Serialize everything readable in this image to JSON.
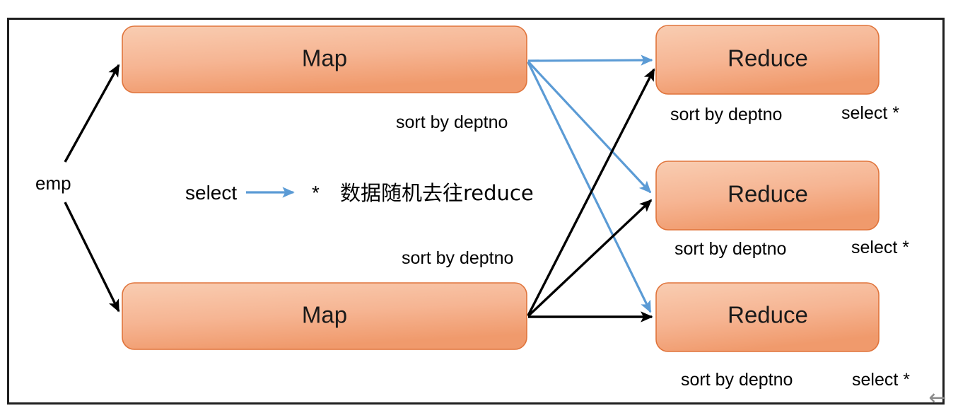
{
  "diagram": {
    "title_text": "",
    "frame": {
      "name": "outer-frame",
      "border_color": "#1f1f1f"
    },
    "colors": {
      "box_fill_light": "#f7c6aa",
      "box_fill_dark": "#f0996a",
      "box_stroke": "#e0743b",
      "blue_arrow": "#5b9bd5",
      "black_arrow": "#000000",
      "text": "#000000",
      "cursor_gray": "#8c8c8c"
    },
    "source": {
      "label": "emp"
    },
    "map_nodes": [
      {
        "id": "map-top",
        "label": "Map"
      },
      {
        "id": "map-bottom",
        "label": "Map"
      }
    ],
    "reduce_nodes": [
      {
        "id": "reduce-1",
        "label": "Reduce",
        "sort_label": "sort by deptno",
        "select_label": "select *"
      },
      {
        "id": "reduce-2",
        "label": "Reduce",
        "sort_label": "sort by deptno",
        "select_label": "select *"
      },
      {
        "id": "reduce-3",
        "label": "Reduce",
        "sort_label": "sort by deptno",
        "select_label": "select *"
      }
    ],
    "shuffle_labels": [
      {
        "id": "shuffle-top",
        "text": "sort by deptno"
      },
      {
        "id": "shuffle-bottom",
        "text": "sort by deptno"
      }
    ],
    "legend": {
      "left_text": "select",
      "star_text": "*",
      "description": "数据随机去往reduce",
      "arrow_name": "blue-arrow-legend"
    },
    "cursor": {
      "glyph": "←"
    }
  }
}
